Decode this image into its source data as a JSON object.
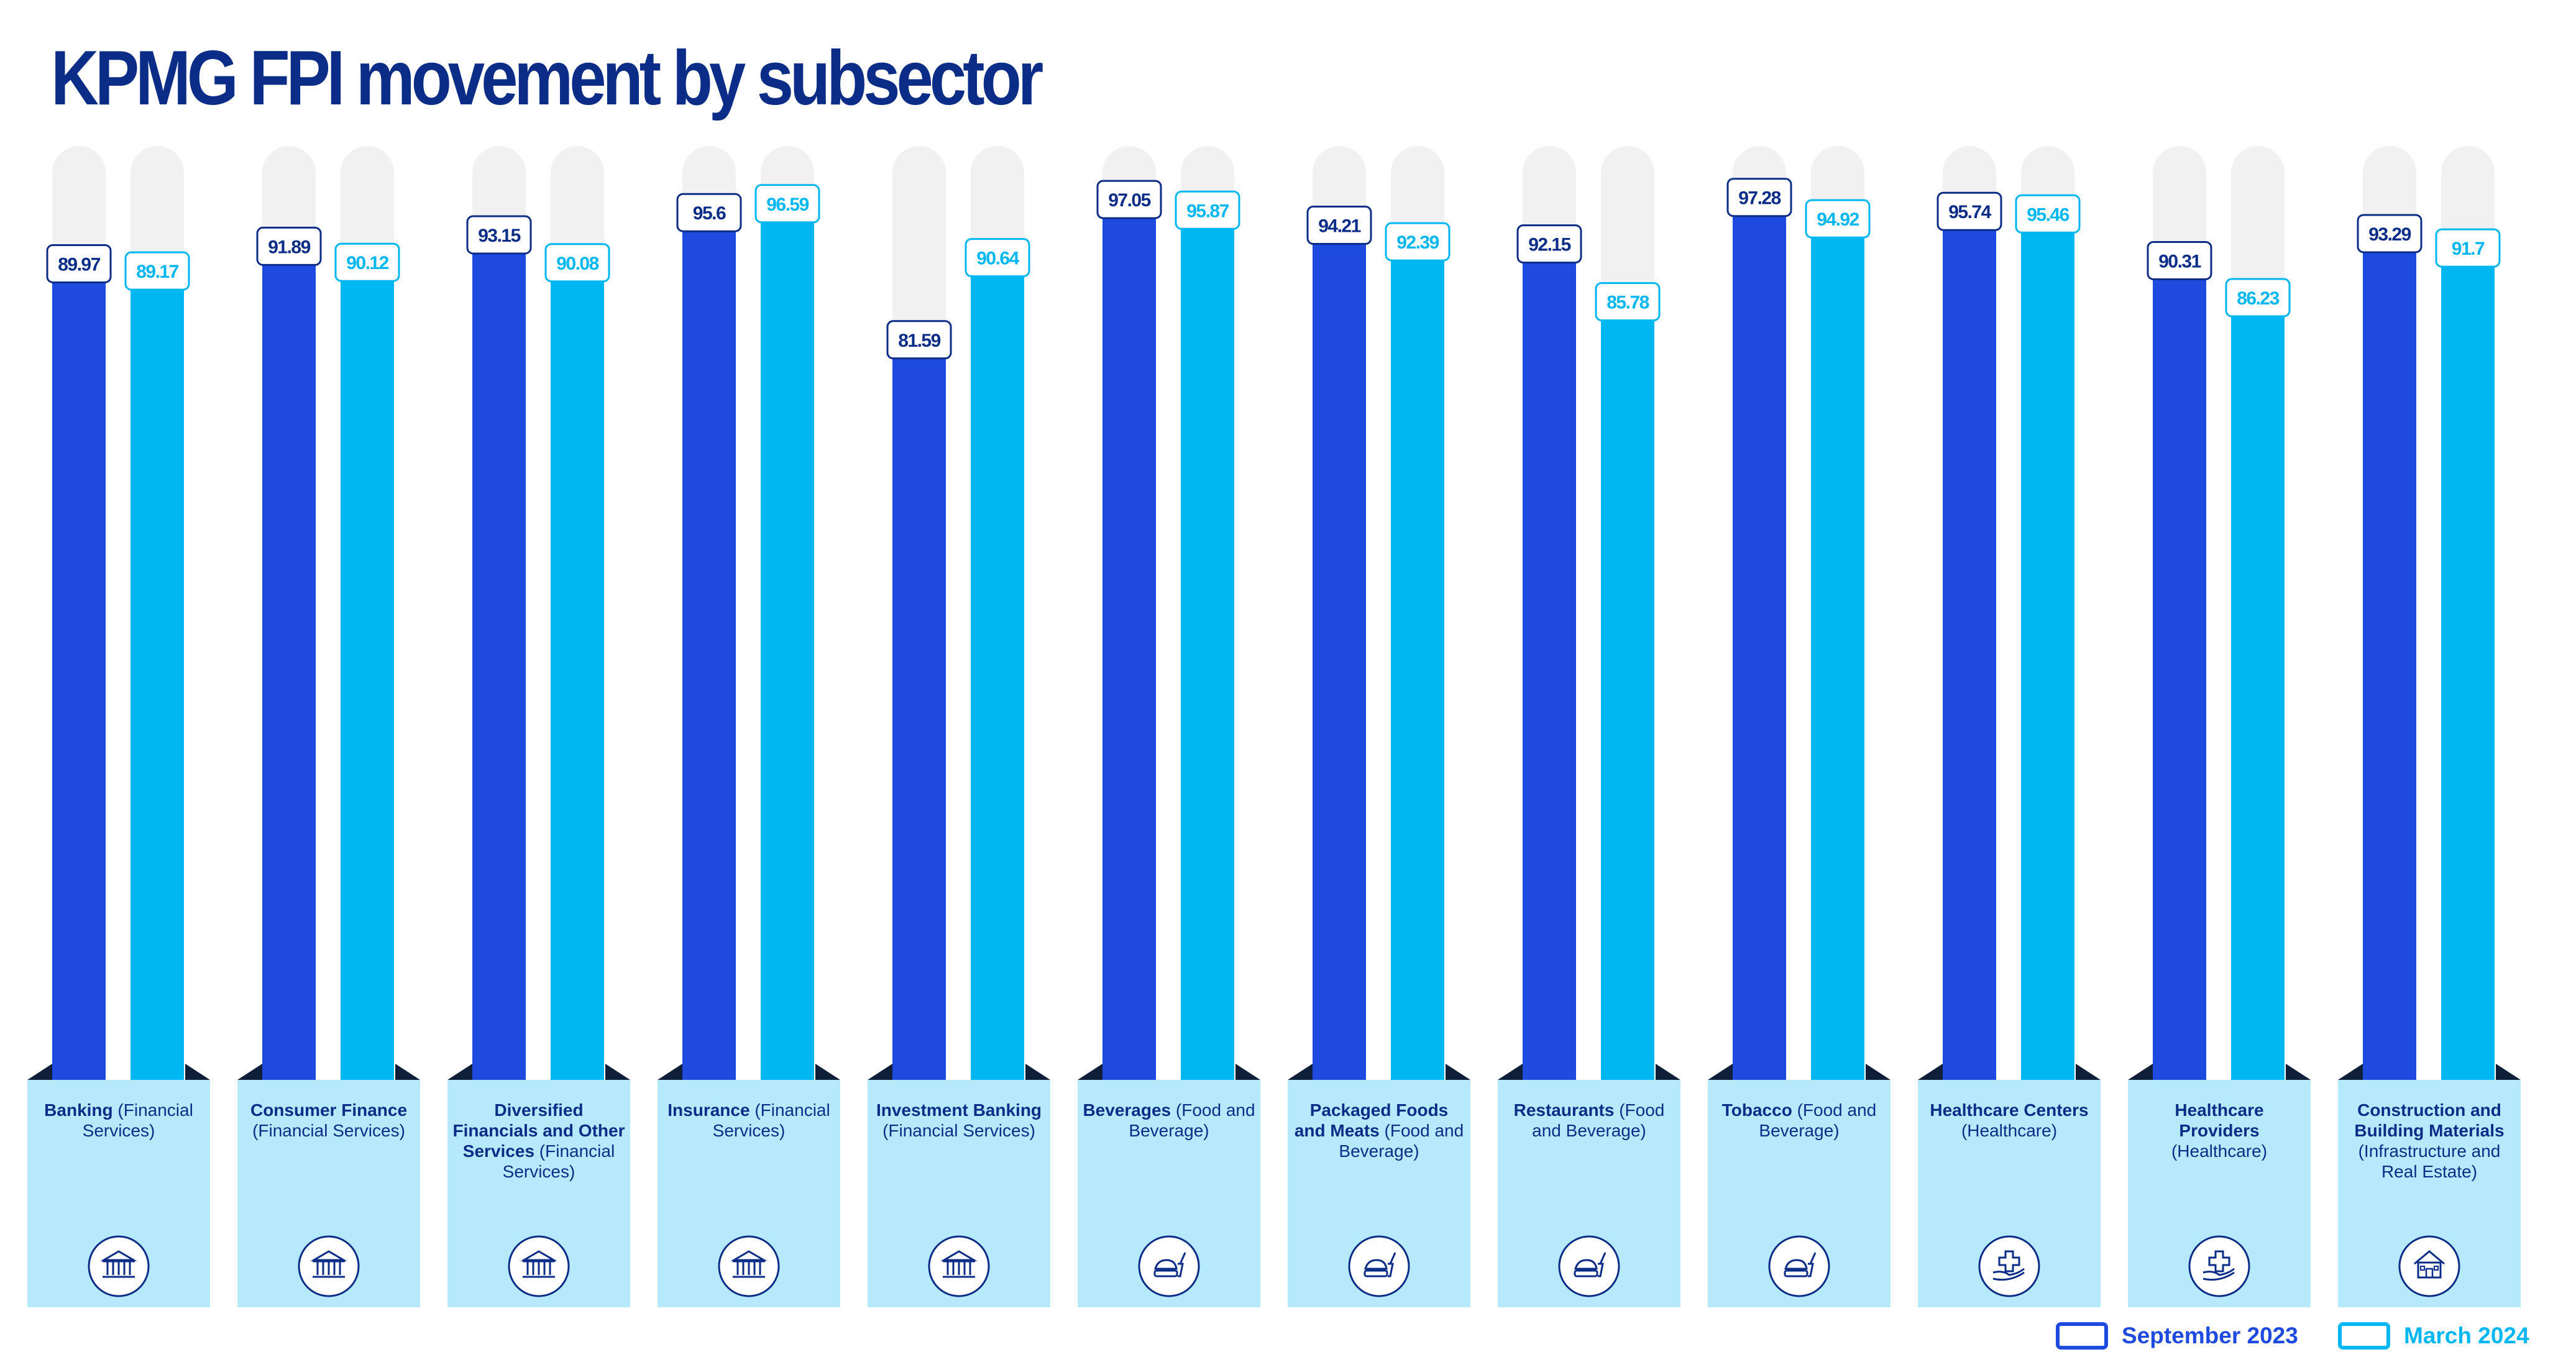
{
  "title": "KPMG FPI movement by subsector",
  "colors": {
    "sep": "#1f4ae0",
    "mar": "#00b7f1",
    "track": "#f1f1f1",
    "panel": "#b5e9fb",
    "navy": "#0c2d87",
    "corner": "#0f1f3a"
  },
  "chart_data": {
    "type": "bar",
    "title": "KPMG FPI movement by subsector",
    "ylim": [
      0,
      100
    ],
    "legend": "bottom-right",
    "grid": false,
    "categories": [
      {
        "name": "Banking",
        "sector": "(Financial Services)",
        "icon": "bank-icon"
      },
      {
        "name": "Consumer Finance",
        "sector": "(Financial Services)",
        "icon": "bank-icon"
      },
      {
        "name": "Diversified Financials and Other Services",
        "sector": "(Financial Services)",
        "icon": "bank-icon"
      },
      {
        "name": "Insurance",
        "sector": "(Financial Services)",
        "icon": "bank-icon"
      },
      {
        "name": "Investment Banking",
        "sector": "(Financial Services)",
        "icon": "bank-icon"
      },
      {
        "name": "Beverages",
        "sector": "(Food and Beverage)",
        "icon": "food-icon"
      },
      {
        "name": "Packaged Foods and Meats",
        "sector": "(Food and Beverage)",
        "icon": "food-icon"
      },
      {
        "name": "Restaurants",
        "sector": "(Food and Beverage)",
        "icon": "food-icon"
      },
      {
        "name": "Tobacco",
        "sector": "(Food and Beverage)",
        "icon": "food-icon"
      },
      {
        "name": "Healthcare Centers",
        "sector": "(Healthcare)",
        "icon": "healthcare-icon"
      },
      {
        "name": "Healthcare Providers",
        "sector": "(Healthcare)",
        "icon": "healthcare-icon"
      },
      {
        "name": "Construction and Building Materials",
        "sector": "(Infrastructure and Real Estate)",
        "icon": "building-icon"
      }
    ],
    "series": [
      {
        "name": "September 2023",
        "values": [
          89.97,
          91.89,
          93.15,
          95.6,
          81.59,
          97.05,
          94.21,
          92.15,
          97.28,
          95.74,
          90.31,
          93.29
        ]
      },
      {
        "name": "March 2024",
        "values": [
          89.17,
          90.12,
          90.08,
          96.59,
          90.64,
          95.87,
          92.39,
          85.78,
          94.92,
          95.46,
          86.23,
          91.7
        ]
      }
    ]
  }
}
